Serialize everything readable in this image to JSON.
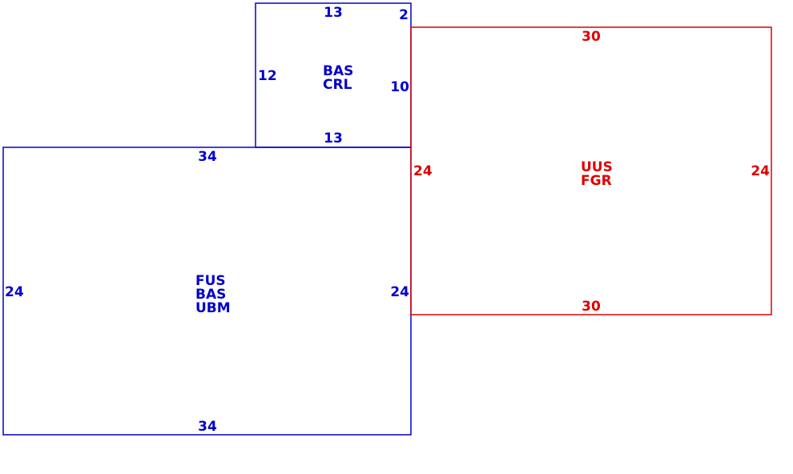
{
  "colors": {
    "blue": "#0000cc",
    "red": "#dd0000",
    "background": "#ffffff"
  },
  "areas": {
    "main": {
      "color": "#0000cc",
      "codes": [
        "FUS",
        "BAS",
        "UBM"
      ],
      "dims": {
        "top": "34",
        "bottom": "34",
        "left": "24",
        "right": "24"
      }
    },
    "upper": {
      "color": "#0000cc",
      "codes": [
        "BAS",
        "CRL"
      ],
      "dims": {
        "top": "13",
        "bottom": "13",
        "left": "12",
        "right": "10",
        "corner": "2"
      }
    },
    "garage": {
      "color": "#dd0000",
      "codes": [
        "UUS",
        "FGR"
      ],
      "dims": {
        "top": "30",
        "bottom": "30",
        "left": "24",
        "right": "24"
      }
    }
  }
}
